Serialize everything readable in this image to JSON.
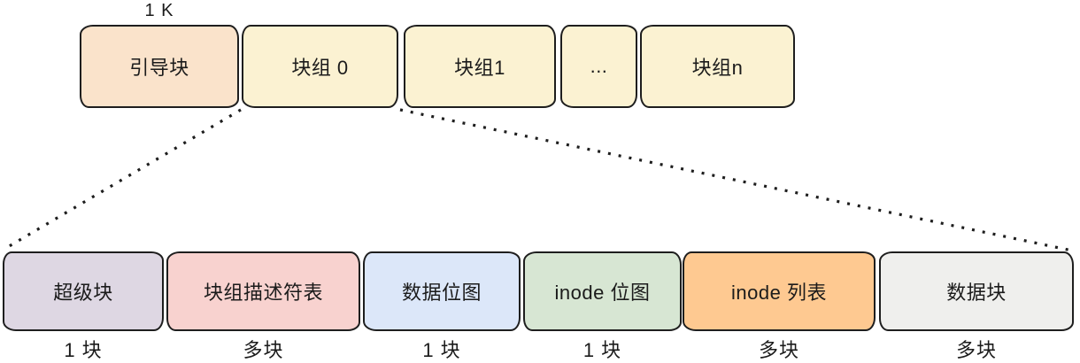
{
  "diagram": {
    "size_label": "1 K",
    "line_color": "#1e1e1e",
    "top_row": [
      {
        "label": "引导块",
        "color": "#fae3cb"
      },
      {
        "label": "块组 0",
        "color": "#fbf2d2"
      },
      {
        "label": "块组1",
        "color": "#fbf2d2"
      },
      {
        "label": "...",
        "color": "#fbf2d2"
      },
      {
        "label": "块组n",
        "color": "#fbf2d2"
      }
    ],
    "bottom_row": [
      {
        "label": "超级块",
        "count": "1 块",
        "color": "#ded7e3"
      },
      {
        "label": "块组描述符表",
        "count": "多块",
        "color": "#f8d2cf"
      },
      {
        "label": "数据位图",
        "count": "1 块",
        "color": "#dce7f9"
      },
      {
        "label": "inode 位图",
        "count": "1 块",
        "color": "#d7e6d3"
      },
      {
        "label": "inode 列表",
        "count": "多块",
        "color": "#fec991"
      },
      {
        "label": "数据块",
        "count": "多块",
        "color": "#efefed"
      }
    ]
  }
}
